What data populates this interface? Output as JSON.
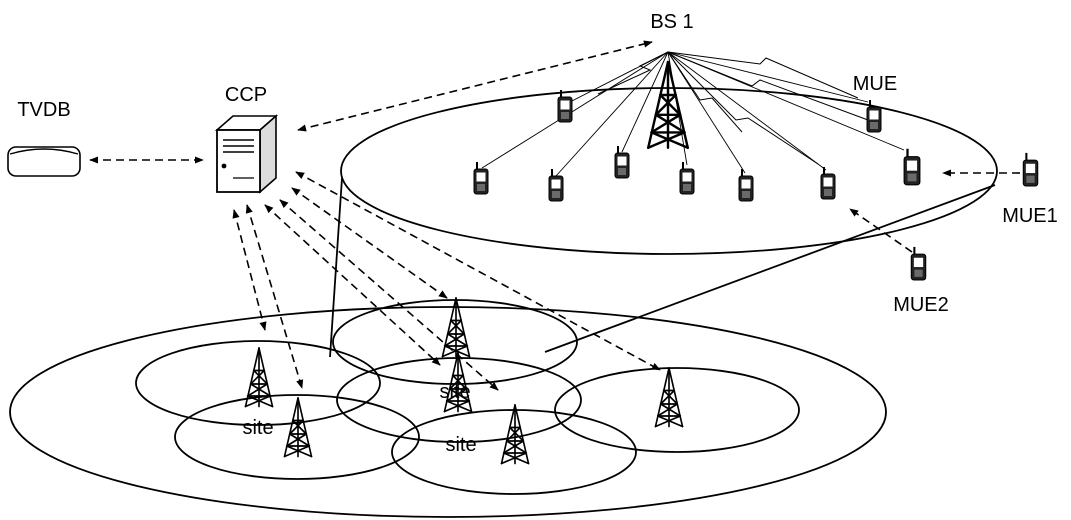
{
  "labels": {
    "bs1": "BS 1",
    "ccp": "CCP",
    "tvdb": "TVDB",
    "mue": "MUE",
    "mue1": "MUE1",
    "mue2": "MUE2",
    "site_a": "site",
    "site_b": "site",
    "site_c": "site"
  },
  "icons": {
    "tower": "tower-icon",
    "phone": "mobile-phone-icon",
    "server": "server-icon",
    "database": "database-icon"
  },
  "colors": {
    "stroke": "#000000",
    "background": "#ffffff"
  }
}
